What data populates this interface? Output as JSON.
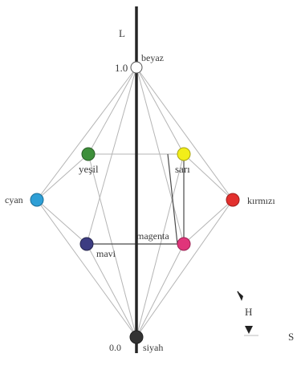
{
  "axis": {
    "title": "L",
    "top_value": "1.0",
    "bottom_value": "0.0"
  },
  "nodes": {
    "white": {
      "label": "beyaz",
      "color": "#ffffff"
    },
    "black": {
      "label": "siyah",
      "color": "#333333"
    },
    "green": {
      "label": "yeşil",
      "color": "#3d8f3a"
    },
    "yellow": {
      "label": "sarı",
      "color": "#f2ee1a"
    },
    "cyan": {
      "label": "cyan",
      "color": "#2e9fd6"
    },
    "red": {
      "label": "kırmızı",
      "color": "#e3302e"
    },
    "blue": {
      "label": "mavi",
      "color": "#3c3c82"
    },
    "magenta": {
      "label": "magenta",
      "color": "#e0357a"
    }
  },
  "annotations": {
    "hue_label": "H",
    "saturation_label": "S"
  },
  "colors": {
    "axis": "#262626",
    "edge": "#b5b5b5",
    "strong_edge": "#4a4a4a",
    "text": "#3a3a3a"
  }
}
